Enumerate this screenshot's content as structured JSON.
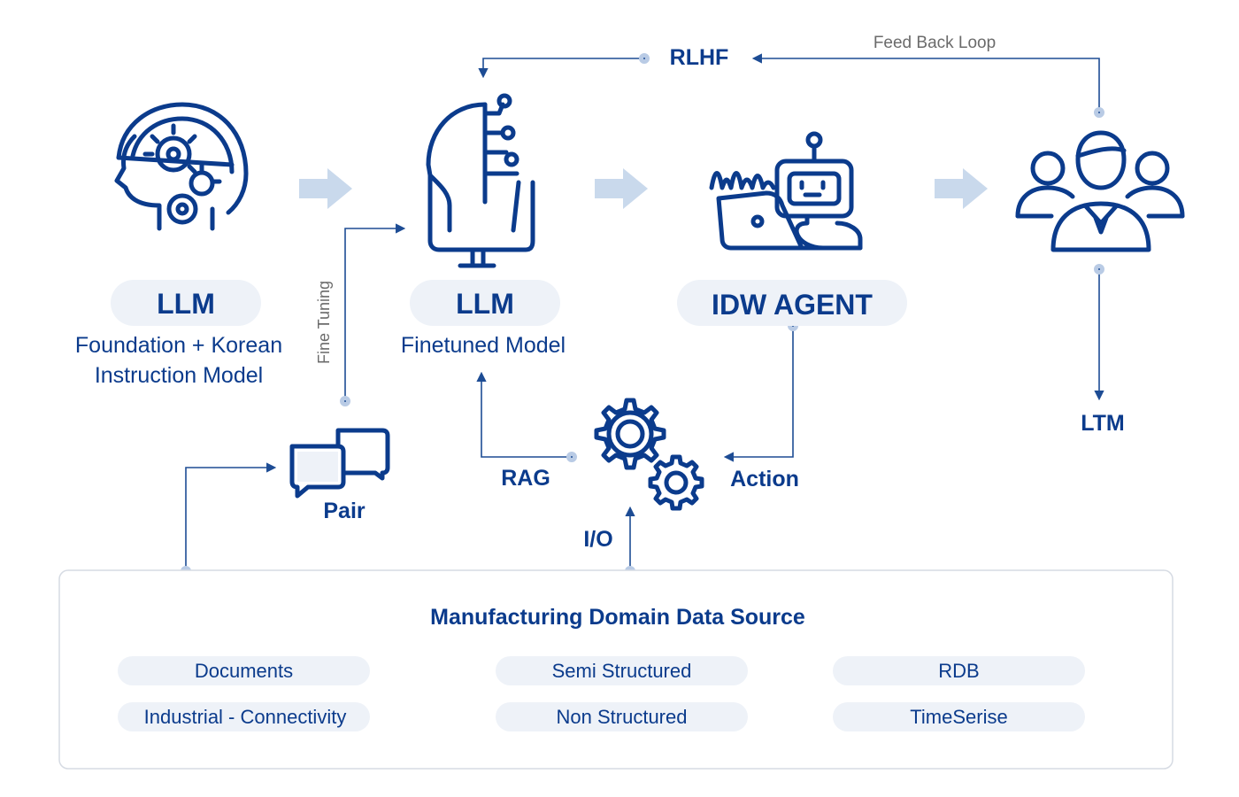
{
  "colors": {
    "primary": "#0b3b8c",
    "connector": "#1d4c94",
    "dot_fill": "#b9cbe5",
    "flow_arrow": "#c9d9ec",
    "pill_bg": "#eef2f8",
    "muted_text": "#6b6b6b",
    "panel_border": "#d6dbe3"
  },
  "nodes": {
    "llm_foundation": {
      "icon": "head-gears-icon",
      "label": "LLM",
      "subtitle_line1": "Foundation + Korean",
      "subtitle_line2": "Instruction Model"
    },
    "llm_finetuned": {
      "icon": "head-circuit-monitor-icon",
      "label": "LLM",
      "subtitle": "Finetuned Model"
    },
    "idw_agent": {
      "icon": "robot-laptop-icon",
      "label": "IDW AGENT"
    },
    "users": {
      "icon": "user-group-icon"
    },
    "pair": {
      "icon": "chat-bubbles-icon",
      "label": "Pair"
    },
    "processor": {
      "icon": "gears-icon"
    }
  },
  "connectors": {
    "rlhf": "RLHF",
    "feedback_loop": "Feed Back Loop",
    "fine_tuning": "Fine Tuning",
    "rag": "RAG",
    "action": "Action",
    "io": "I/O",
    "ltm": "LTM"
  },
  "data_source": {
    "title": "Manufacturing Domain Data Source",
    "items": [
      "Documents",
      "Semi Structured",
      "RDB",
      "Industrial - Connectivity",
      "Non Structured",
      "TimeSerise"
    ]
  }
}
